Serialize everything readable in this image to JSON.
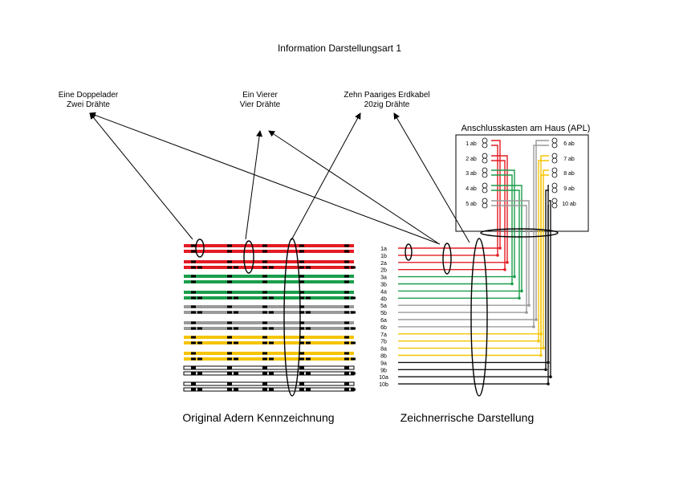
{
  "title": "Information Darstellungsart 1",
  "annotations": {
    "doppelader_line1": "Eine Doppelader",
    "doppelader_line2": "Zwei Drähte",
    "vierer_line1": "Ein Vierer",
    "vierer_line2": "Vier Drähte",
    "erdkabel_line1": "Zehn Paariges Erdkabel",
    "erdkabel_line2": "20zig Drähte"
  },
  "apl": {
    "title": "Anschlusskasten  am Haus (APL)",
    "left_terminals": [
      "1 ab",
      "2 ab",
      "3 ab",
      "4 ab",
      "5 ab"
    ],
    "right_terminals": [
      "6 ab",
      "7 ab",
      "8 ab",
      "9 ab",
      "10 ab"
    ]
  },
  "wire_labels": [
    "1a",
    "1b",
    "2a",
    "2b",
    "3a",
    "3b",
    "4a",
    "4b",
    "5a",
    "5b",
    "6a",
    "6b",
    "7a",
    "7b",
    "8a",
    "8b",
    "9a",
    "9b",
    "10a",
    "10b"
  ],
  "pair_colors": [
    "#e31b23",
    "#e31b23",
    "#1a9e4b",
    "#1a9e4b",
    "#9a9a9a",
    "#9a9a9a",
    "#f5c400",
    "#f5c400",
    "#111111",
    "#111111"
  ],
  "captions": {
    "left": "Original Adern Kennzeichnung",
    "right": "Zeichnerrische Darstellung"
  }
}
